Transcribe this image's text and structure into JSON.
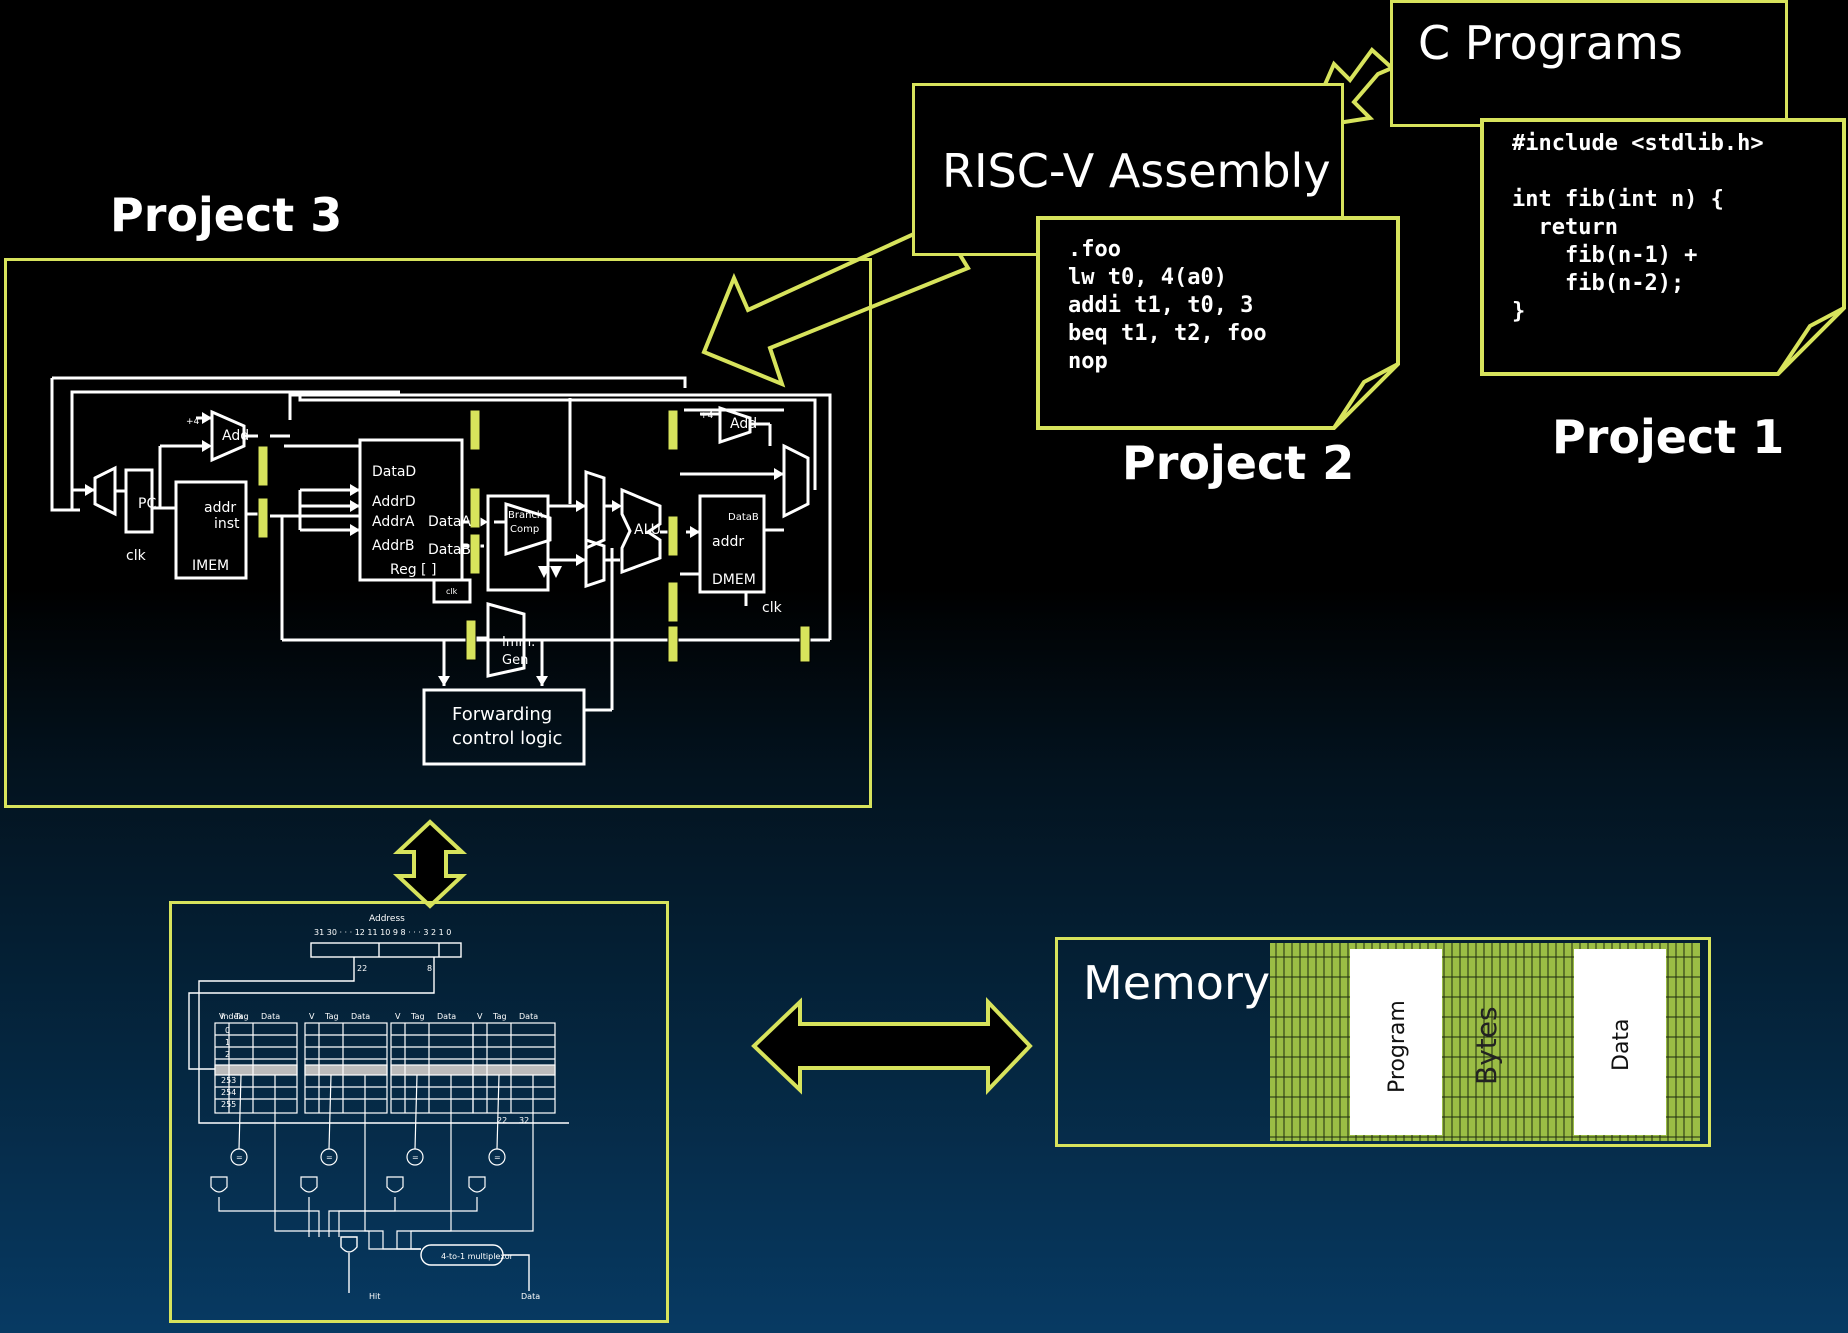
{
  "titles": {
    "c_programs": "C Programs",
    "risc_v_assembly": "RISC-V Assembly",
    "project1": "Project 1",
    "project2": "Project 2",
    "project3": "Project 3",
    "memory": "Memory"
  },
  "c_code": [
    "#include <stdlib.h>",
    "",
    "int fib(int n) {",
    "  return",
    "    fib(n-1) +",
    "    fib(n-2);",
    "}"
  ],
  "asm_code": [
    ".foo",
    "lw t0, 4(a0)",
    "addi t1, t0, 3",
    "beq t1, t2, foo",
    "nop"
  ],
  "datapath": {
    "pc": "PC",
    "clk": "clk",
    "addr": "addr",
    "inst": "inst",
    "imem": "IMEM",
    "add": "Add",
    "add2": "Add",
    "four": "+4",
    "four2": "+4",
    "datad": "DataD",
    "addrd": "AddrD",
    "addra": "AddrA",
    "addrb": "AddrB",
    "reg": "Reg [ ]",
    "dataa": "DataA",
    "datab": "DataB",
    "clk_small": "clk",
    "branch": "Branch",
    "comp": "Comp",
    "alu": "ALU",
    "dmem_datab": "DataB",
    "dmem_addr": "addr",
    "dmem": "DMEM",
    "dmem_clk": "clk",
    "imm": "Imm.",
    "gen": "Gen",
    "fwd1": "Forwarding",
    "fwd2": "control logic"
  },
  "cache": {
    "address": "Address",
    "bits": "31 30 · · · 12 11 10 9 8 · · · 3 2 1 0",
    "w22": "22",
    "w8": "8",
    "index": "Index",
    "v": "V",
    "tag": "Tag",
    "data": "Data",
    "rows_top": [
      "0",
      "1",
      "2"
    ],
    "rows_bottom": [
      "253",
      "254",
      "255"
    ],
    "eq": "=",
    "mux": "4-to-1 multiplexor",
    "hit": "Hit",
    "out_data": "Data",
    "w22b": "22",
    "w32": "32"
  },
  "memory_regions": {
    "program": "Program",
    "bytes": "Bytes",
    "data": "Data"
  },
  "colors": {
    "accent": "#d7e35c",
    "memory_green": "#9bbd45",
    "background_top": "#000000",
    "background_bottom": "#073a63"
  }
}
